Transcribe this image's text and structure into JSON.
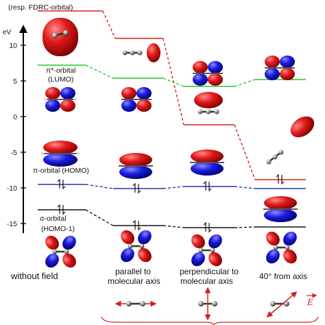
{
  "header": {
    "subtitle": "(resp. FDRC-orbital)"
  },
  "axis": {
    "unit": "eV",
    "ticks": [
      {
        "value": 10,
        "label": "10"
      },
      {
        "value": 5,
        "label": "5"
      },
      {
        "value": 0,
        "label": "0"
      },
      {
        "value": -5,
        "label": "-5"
      },
      {
        "value": -10,
        "label": "-10"
      },
      {
        "value": -15,
        "label": "-15"
      }
    ]
  },
  "orbitals": {
    "pi_star": {
      "name": "π*-orbital",
      "abbr": "(LUMO)"
    },
    "pi": {
      "name": "π-orbital (HOMO)"
    },
    "sigma": {
      "name": "σ-orbital",
      "abbr": "(HOMO-1)"
    }
  },
  "columns": {
    "without_field": "without field",
    "parallel_1": "parallel to",
    "parallel_2": "molecular axis",
    "perpendicular_1": "perpendicular to",
    "perpendicular_2": "molecular axis",
    "angle": "40° from axis"
  },
  "field": {
    "symbol": "E"
  },
  "colors": {
    "fdrc": "#d42020",
    "lumo": "#22cc22",
    "homo": "#2233aa",
    "homo1": "#111111",
    "lobe_red": "#d81b1b",
    "lobe_blue": "#1a1adc"
  },
  "icons": {
    "molecule": "acetylene-molecule-icon",
    "field_arrow": "electric-field-arrow-icon"
  }
}
